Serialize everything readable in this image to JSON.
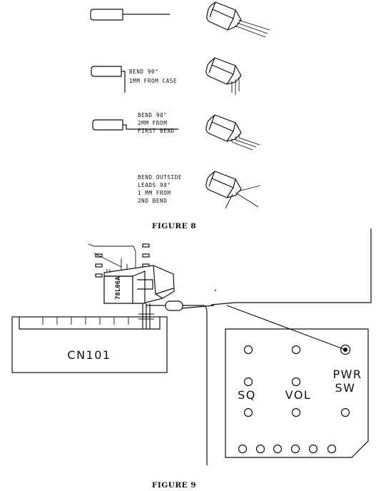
{
  "figure8": {
    "caption": "FIGURE 8",
    "steps": [
      {
        "lines": []
      },
      {
        "lines": [
          "BEND 90°",
          "1MM FROM CASE"
        ]
      },
      {
        "lines": [
          "BEND 90°",
          "2MM FROM",
          "FIRST BEND"
        ]
      },
      {
        "lines": [
          "BEND OUTSIDE",
          "LEADS 90°",
          "1 MM FROM",
          "2ND BEND"
        ]
      }
    ]
  },
  "figure9": {
    "caption": "FIGURE 9",
    "connector_label": "CN101",
    "regulator_label": "78L06A",
    "board_labels": {
      "sq": "SQ",
      "vol": "VOL",
      "pwr_line1": "PWR",
      "pwr_line2": "SW"
    }
  }
}
